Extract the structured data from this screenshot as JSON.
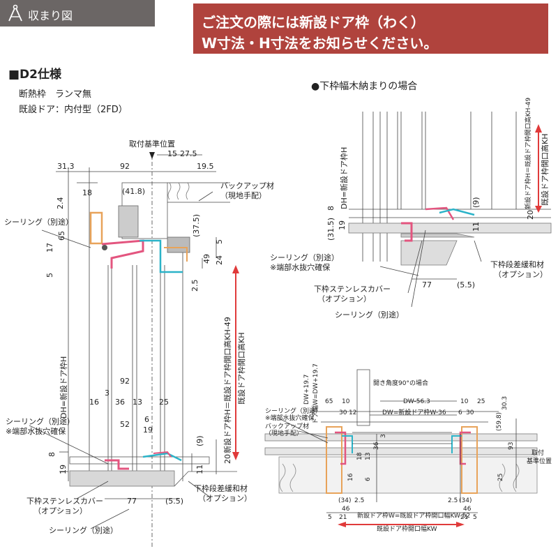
{
  "header": {
    "tab_title": "収まり図",
    "notice_line1": "ご注文の際には新設ドア枠（わく）",
    "notice_line2": "W寸法・H寸法をお知らせください。"
  },
  "section": {
    "title": "■D2仕様",
    "spec1": "断熱枠　ランマ無",
    "spec2": "既設ドア：内付型（2FD）"
  },
  "subsection_title": "●下枠幅木納まりの場合",
  "colors": {
    "notice_bg": "#b0433d",
    "header_bg": "#6b6665",
    "accent_red": "#e03a3a",
    "wood": "#e8a35a",
    "pink": "#e3557f",
    "cyan": "#2bb3c8"
  },
  "left_drawing": {
    "ref_label": "取付基準位置",
    "d_31_3": "31.3",
    "d_92": "92",
    "d_15": "15",
    "d_27_5": "27.5",
    "d_19_5": "19.5",
    "d_18": "18",
    "d_41_8": "(41.8)",
    "d_2_4": "2.4",
    "d_65": "65",
    "d_37_5": "(37.5)",
    "d_17": "17",
    "d_5a": "5",
    "d_5b": "5",
    "d_24": "24",
    "d_49": "49",
    "d_2_5": "2.5",
    "backup_material": "バックアップ材",
    "backup_note": "（現地手配）",
    "sealing": "シーリング（別途）",
    "dh_label": "DH=新設ドア枠H",
    "kh49_label": "新設ドア枠H＝既設ドア枠開口高KH-49",
    "kh_label": "既設ドア枠開口高KH",
    "d_92b": "92",
    "d_3": "3",
    "d_16": "16",
    "d_36": "36",
    "d_13": "13",
    "d_25": "25",
    "d_52": "52",
    "d_6": "6",
    "d_19a": "19",
    "d_9": "(9)",
    "d_20": "20",
    "d_11": "11",
    "d_8": "8",
    "d_19b": "19",
    "sealing2": "シーリング（別途）",
    "drain_note": "※端部水抜穴確保",
    "stainless": "下枠ステンレスカバー",
    "option": "（オプション）",
    "step_relief": "下枠段差緩和材",
    "option2": "（オプション）",
    "d_77": "77",
    "d_5_5": "(5.5)",
    "sealing3": "シーリング（別途）"
  },
  "right_drawing": {
    "dh_label": "DH=新設ドア枠H",
    "kh49_label": "新設ドア枠H＝既設ドア枠開口高KH-49",
    "kh_label": "既設ドア枠開口高KH",
    "d_8": "8",
    "d_31_5": "(31.5)",
    "d_19": "19",
    "d_9": "(9)",
    "d_11": "11",
    "d_20": "20",
    "sealing": "シーリング（別途）",
    "drain_note": "※端部水抜穴確保",
    "stainless": "下枠ステンレスカバー",
    "option": "（オプション）",
    "step_relief": "下枠段差緩和材",
    "option2": "（オプション）",
    "d_77": "77",
    "d_5_5": "(5.5)",
    "sealing2": "シーリング（別途）"
  },
  "plan_drawing": {
    "open_angle": "開き角度90°の場合",
    "dw_plus": "DW+19.7",
    "dw_w_label": "ドア幅W=DW+19.7",
    "d_65": "65",
    "d_10a": "10",
    "d_10b": "10",
    "d_25": "25",
    "dw_56_3": "DW-56.3",
    "d_30_3": "30.3",
    "d_30": "30",
    "d_12": "12",
    "dw_36": "DW=新設ドア枠W-36",
    "d_6": "6",
    "d_30b": "30",
    "sealing": "シーリング（別途）",
    "drain": "※端部水抜穴確保",
    "backup": "バックアップ材",
    "backup_note": "（現地手配）",
    "d_59_8": "(59.8)",
    "d_93": "93",
    "d_18": "18",
    "d_13": "13",
    "d_36": "36",
    "d_3": "3",
    "ref": "取付",
    "ref2": "基準位置",
    "d_16": "16",
    "d_6b": "6",
    "d_25b": "25",
    "d_34a": "(34)",
    "d_2_5a": "2.5",
    "d_46a": "46",
    "d_34b": "(34)",
    "d_2_5b": "2.5",
    "d_46b": "46",
    "d_5a": "5",
    "d_21a": "21",
    "d_5b": "5",
    "d_21b": "21",
    "kw52": "新設ドア枠W=既設ドア枠開口幅KW-52",
    "kw": "既設ドア枠開口幅KW"
  }
}
